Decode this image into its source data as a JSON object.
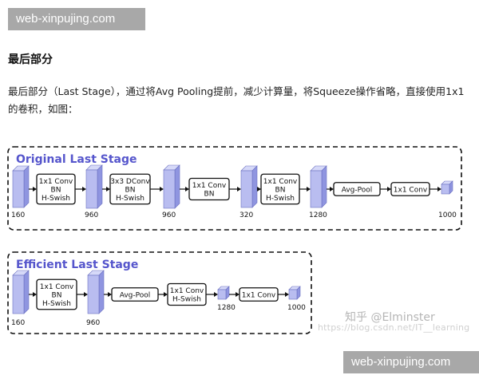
{
  "watermark": {
    "top": "web-xinpujing.com",
    "bottom": "web-xinpujing.com"
  },
  "section": {
    "heading": "最后部分",
    "paragraph": "最后部分（Last Stage），通过将Avg Pooling提前，减少计算量，将Squeeze操作省略，直接使用1x1的卷积，如图："
  },
  "figure": {
    "original": {
      "title": "Original Last Stage",
      "channels": [
        "160",
        "960",
        "960",
        "320",
        "1280",
        "1000"
      ],
      "ops": [
        [
          "1x1 Conv",
          "BN",
          "H-Swish"
        ],
        [
          "3x3 DConv",
          "BN",
          "H-Swish"
        ],
        [
          "1x1 Conv",
          "BN"
        ],
        [
          "1x1 Conv",
          "BN",
          "H-Swish"
        ],
        [
          "Avg-Pool"
        ],
        [
          "1x1 Conv"
        ]
      ]
    },
    "efficient": {
      "title": "Efficient Last Stage",
      "channels": [
        "160",
        "960",
        "1280",
        "1000"
      ],
      "ops": [
        [
          "1x1 Conv",
          "BN",
          "H-Swish"
        ],
        [
          "Avg-Pool"
        ],
        [
          "1x1 Conv",
          "H-Swish"
        ],
        [
          "1x1 Conv"
        ]
      ]
    },
    "watermark_zhihu": "知乎 @Elminster",
    "watermark_csdn": "https://blog.csdn.net/IT__learning"
  },
  "colors": {
    "accent": "#5555cc",
    "block_front": "#b9bdf0",
    "block_side": "#8f95e0",
    "block_top": "#d6d9f8"
  }
}
